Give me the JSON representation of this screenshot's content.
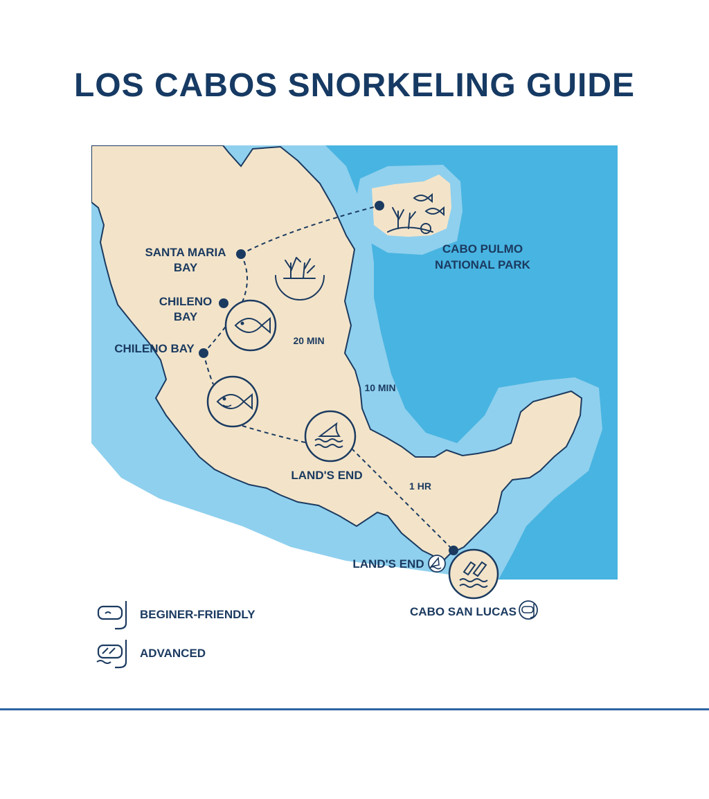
{
  "title": "LOS CABOS SNORKELING GUIDE",
  "colors": {
    "ocean": "#48b4e1",
    "shallow": "#8fd0ee",
    "land": "#f3e4c9",
    "ink": "#163a63"
  },
  "labels": {
    "santa_maria": [
      "SANTA MARIA",
      "BAY"
    ],
    "chileno_1": [
      "CHILENO",
      "BAY"
    ],
    "chileno_2": "CHILENO BAY",
    "cabo_pulmo": [
      "CABO PULMO",
      "NATIONAL PARK"
    ],
    "lands_end_upper": "LAND'S END",
    "lands_end_lower": "LAND'S END",
    "cabo_san_lucas": "CABO SAN LUCAS"
  },
  "durations": {
    "twenty": "20 MIN",
    "ten": "10 MIN",
    "hour": "1 HR"
  },
  "icons": {
    "coral": "coral-icon",
    "fish": "fish-icon",
    "shark": "shark-fin-icon",
    "flippers": "flippers-icon",
    "mask": "snorkel-mask-icon"
  },
  "legend": [
    {
      "icon": "snorkel-mask-icon",
      "label": "BEGINER-FRIENDLY"
    },
    {
      "icon": "snorkel-mask-icon",
      "label": "ADVANCED"
    }
  ]
}
